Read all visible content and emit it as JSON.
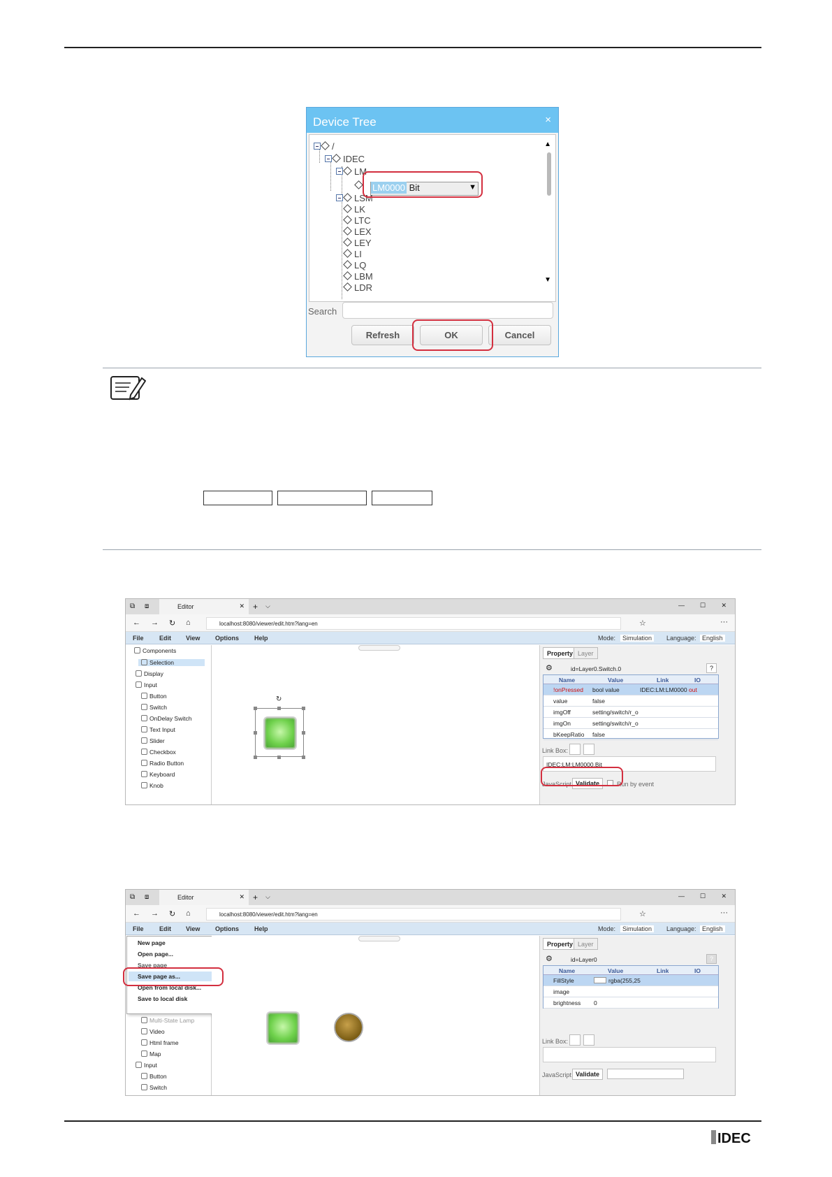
{
  "device_tree": {
    "title": "Device Tree",
    "close": "×",
    "nodes": [
      "/",
      "IDEC",
      "LM",
      "LSM",
      "LK",
      "LTC",
      "LEX",
      "LEY",
      "LI",
      "LQ",
      "LBM",
      "LDR"
    ],
    "selected_address": "LM0000",
    "selected_type": "Bit",
    "search_label": "Search",
    "buttons": {
      "refresh": "Refresh",
      "ok": "OK",
      "cancel": "Cancel"
    }
  },
  "browser": {
    "tab_title": "Editor",
    "url": "localhost:8080/viewer/edit.htm?lang=en"
  },
  "menu": {
    "file": "File",
    "edit": "Edit",
    "view": "View",
    "options": "Options",
    "help": "Help"
  },
  "toolbar_right": {
    "mode_label": "Mode:",
    "mode_value": "Simulation",
    "language_label": "Language:",
    "language_value": "English"
  },
  "components_panel": {
    "items": [
      "Components",
      "Selection",
      "Display",
      "Input",
      "Button",
      "Switch",
      "OnDelay Switch",
      "Text Input",
      "Slider",
      "Checkbox",
      "Radio Button",
      "Keyboard",
      "Knob"
    ]
  },
  "property_panel_1": {
    "tab_property": "Property",
    "tab_layer": "Layer",
    "id_text": "id=Layer0.Switch.0",
    "help": "?",
    "headers": [
      "Name",
      "Value",
      "Link",
      "IO"
    ],
    "rows": [
      {
        "name": "!onPressed",
        "value": "bool value",
        "link": "IDEC:LM:LM0000",
        "io": "out"
      },
      {
        "name": "value",
        "value": "false",
        "link": "",
        "io": ""
      },
      {
        "name": "imgOff",
        "value": "setting/switch/r_o",
        "link": "",
        "io": ""
      },
      {
        "name": "imgOn",
        "value": "setting/switch/r_o",
        "link": "",
        "io": ""
      },
      {
        "name": "bKeepRatio",
        "value": "false",
        "link": "",
        "io": ""
      }
    ],
    "link_box_label": "Link Box:",
    "link_box_value": "IDEC:LM:LM0000.Bit",
    "javascript_label": "JavaScript",
    "validate": "Validate",
    "run_by_event": "Run by event"
  },
  "file_menu": {
    "items": [
      "New page",
      "Open page...",
      "Save page",
      "Save page as...",
      "Open from local disk...",
      "Save to local disk"
    ]
  },
  "components_panel_2": {
    "items": [
      "Multi-State Lamp",
      "Video",
      "Html frame",
      "Map",
      "Input",
      "Button",
      "Switch"
    ]
  },
  "property_panel_2": {
    "tab_property": "Property",
    "tab_layer": "Layer",
    "id_text": "id=Layer0",
    "help": "?",
    "headers": [
      "Name",
      "Value",
      "Link",
      "IO"
    ],
    "rows": [
      {
        "name": "FillStyle",
        "value": "rgba(255,25"
      },
      {
        "name": "image",
        "value": ""
      },
      {
        "name": "brightness",
        "value": "0"
      }
    ],
    "link_box_label": "Link Box:",
    "javascript_label": "JavaScript",
    "validate": "Validate"
  },
  "footer": {
    "logo_text": "IDEC"
  },
  "colors": {
    "dialog_title": "#6cc3f2",
    "highlight_red": "#d32f3f",
    "menu_bar": "#d7e6f4"
  }
}
